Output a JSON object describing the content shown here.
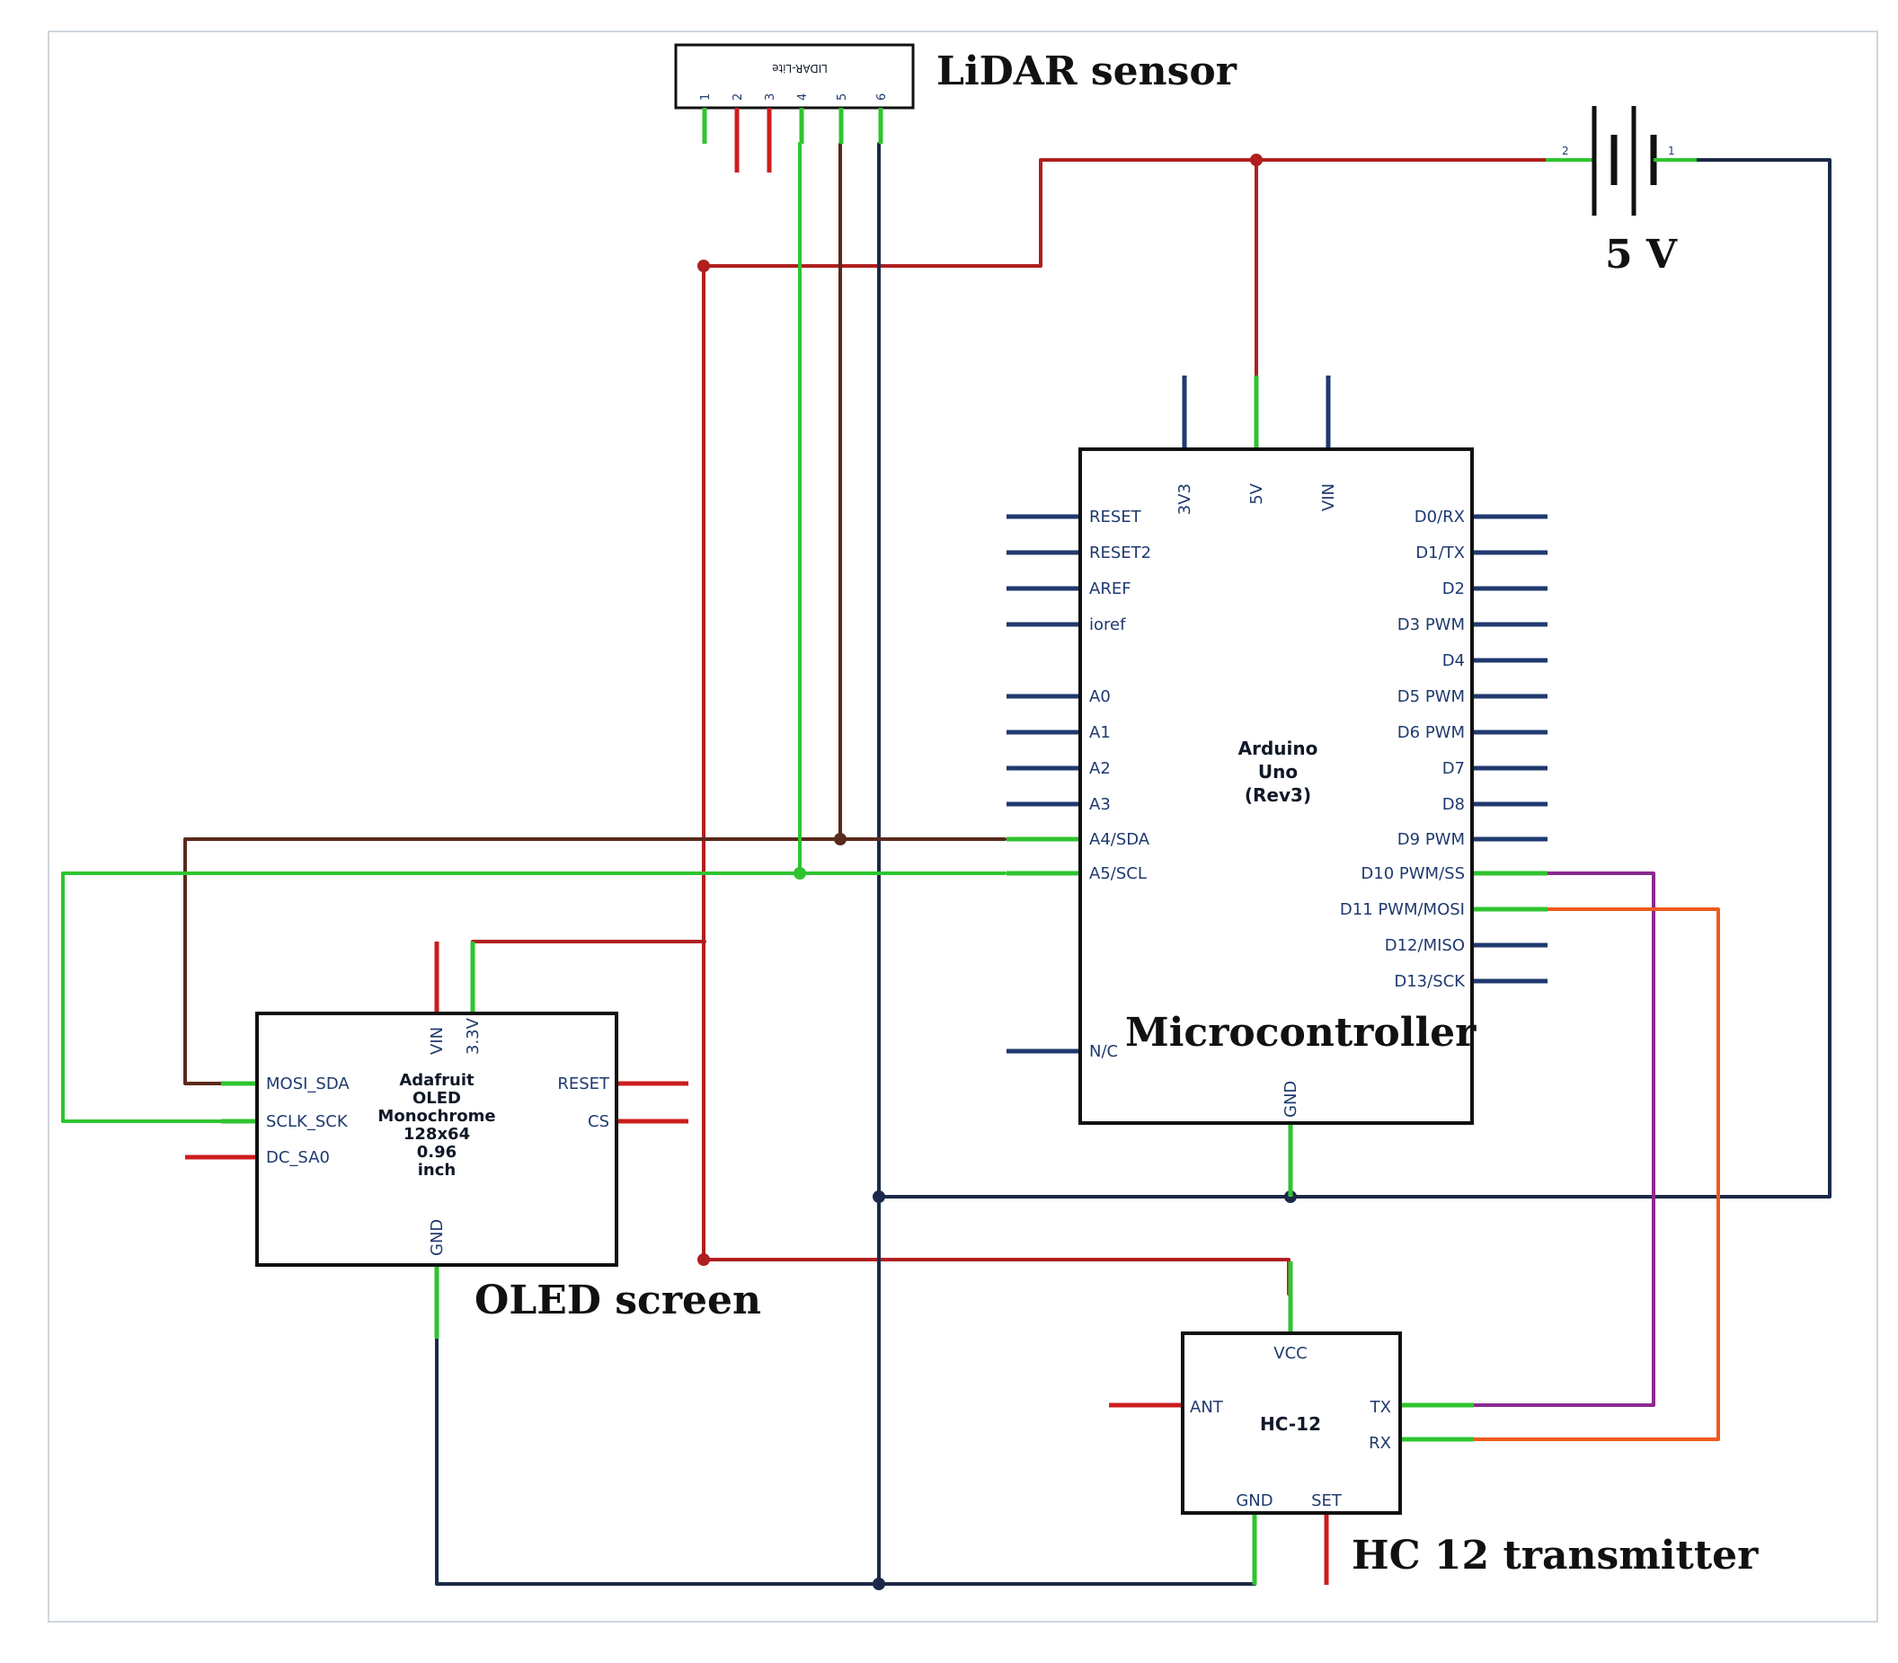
{
  "labels": {
    "lidar": "LiDAR sensor",
    "battery": "5 V",
    "microcontroller": "Microcontroller",
    "oled": "OLED screen",
    "hc12": "HC 12 transmitter"
  },
  "lidar": {
    "part": "LIDAR-Lite",
    "pins": [
      "1",
      "2",
      "3",
      "4",
      "5",
      "6"
    ]
  },
  "battery": {
    "pin_left": "2",
    "pin_right": "1"
  },
  "arduino": {
    "name": [
      "Arduino",
      "Uno",
      "(Rev3)"
    ],
    "top_pins": [
      "3V3",
      "5V",
      "VIN"
    ],
    "left_pins": [
      "RESET",
      "RESET2",
      "AREF",
      "ioref",
      "A0",
      "A1",
      "A2",
      "A3",
      "A4/SDA",
      "A5/SCL",
      "N/C"
    ],
    "right_pins": [
      "D0/RX",
      "D1/TX",
      "D2",
      "D3 PWM",
      "D4",
      "D5 PWM",
      "D6 PWM",
      "D7",
      "D8",
      "D9 PWM",
      "D10 PWM/SS",
      "D11 PWM/MOSI",
      "D12/MISO",
      "D13/SCK"
    ],
    "bottom_pin": "GND"
  },
  "oled": {
    "name": [
      "Adafruit",
      "OLED",
      "Monochrome",
      "128x64",
      "0.96",
      "inch"
    ],
    "top_pins": [
      "VIN",
      "3.3V"
    ],
    "left_pins": [
      "MOSI_SDA",
      "SCLK_SCK",
      "DC_SA0"
    ],
    "right_pins": [
      "RESET",
      "CS"
    ],
    "bottom_pin": "GND"
  },
  "hc12": {
    "name": "HC-12",
    "top_pin": "VCC",
    "left_pin": "ANT",
    "right_pins": [
      "TX",
      "RX"
    ],
    "bottom_pins": [
      "GND",
      "SET"
    ]
  },
  "colors": {
    "power": "#b01f1f",
    "ground": "#1b2a48",
    "sda": "#5a2a1a",
    "scl": "#2fc42f",
    "purple": "#8b2a8e",
    "orange": "#ee5a1c",
    "pin_connected": "#2fc42f",
    "pin_unconnected": "#cc1d1d",
    "pin_free": "#1f3a6e",
    "box": "#111111",
    "frame": "#cfd6dd"
  }
}
